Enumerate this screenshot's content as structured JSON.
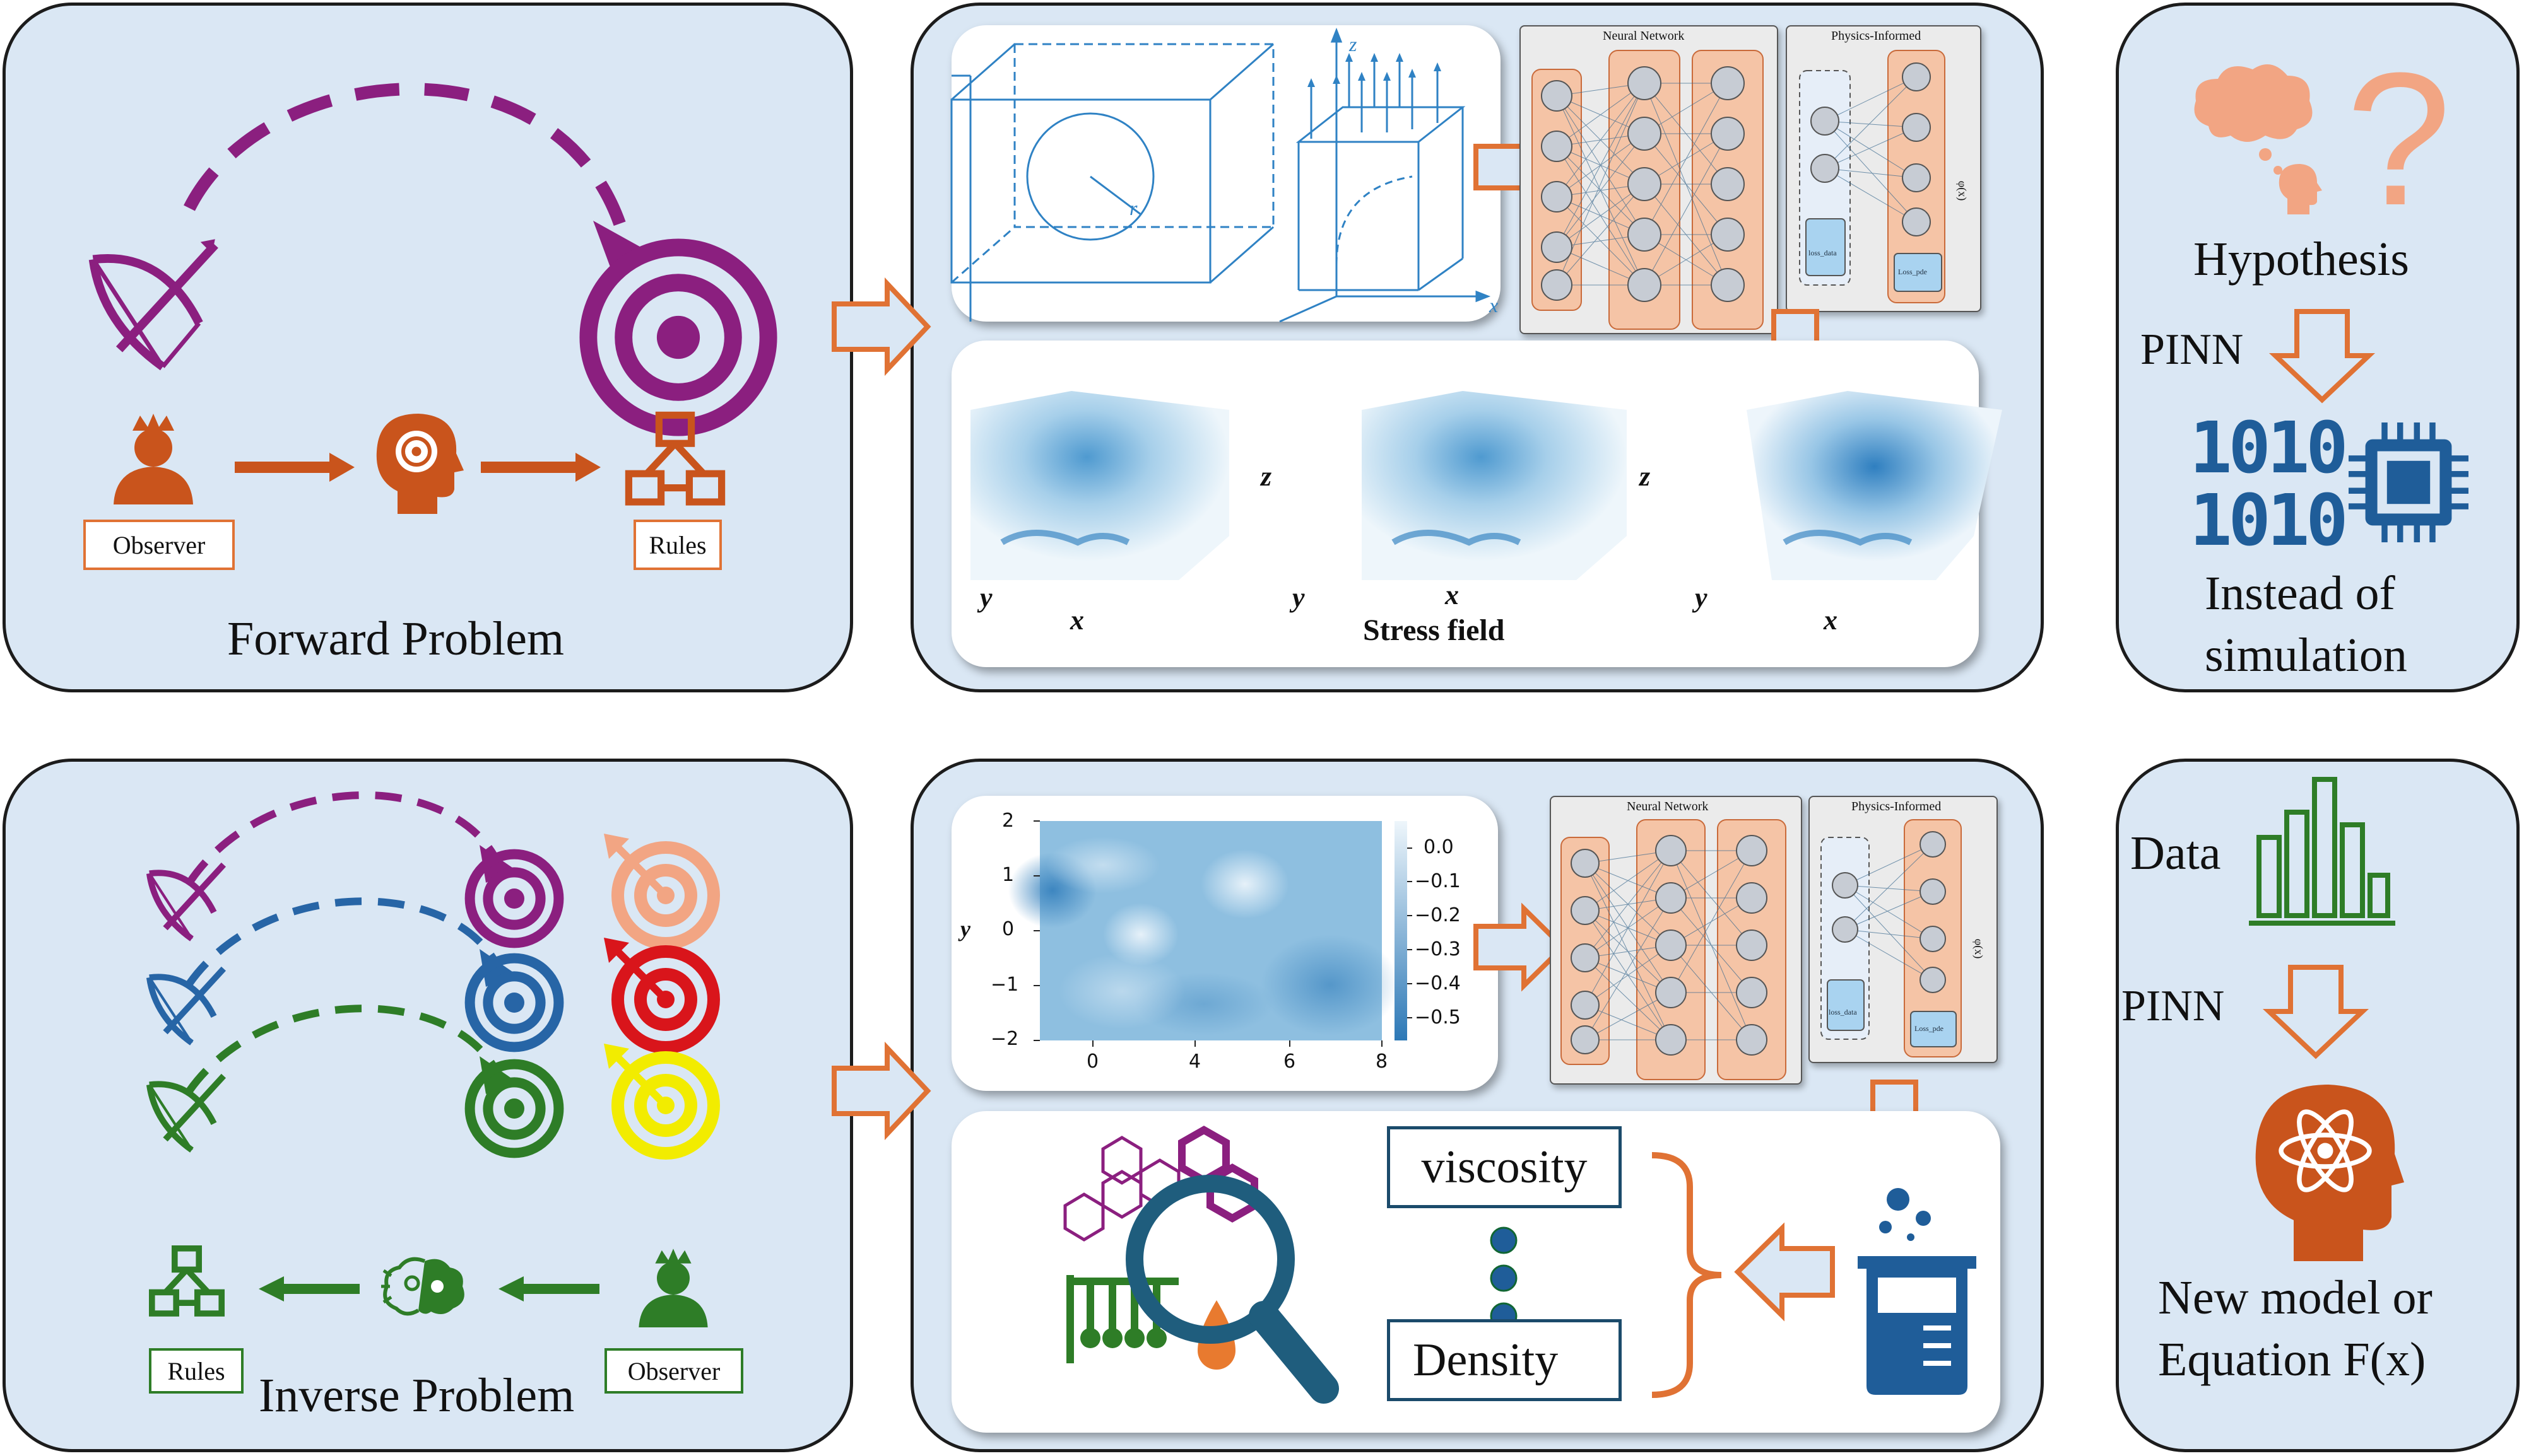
{
  "forward": {
    "observer": "Observer",
    "rules": "Rules",
    "title": "Forward Problem"
  },
  "inverse": {
    "observer": "Observer",
    "rules": "Rules",
    "title": "Inverse Problem"
  },
  "nn": {
    "neural_network": "Neural Network",
    "physics_informed": "Physics-Informed",
    "phi": "φ(x)",
    "loss_a": "loss_data",
    "loss_b": "Loss_pde"
  },
  "geometry": {
    "z": "z",
    "x": "x",
    "r": "r"
  },
  "stress": {
    "title": "Stress field",
    "x": "x",
    "y": "y",
    "z": "z"
  },
  "heatmap_chart": {
    "ylabel": "y",
    "yticks": [
      "2",
      "1",
      "0",
      "−1",
      "−2"
    ],
    "xticks": [
      "0",
      "4",
      "6",
      "8"
    ],
    "cbar_ticks": [
      "0.0",
      "−0.1",
      "−0.2",
      "−0.3",
      "−0.4",
      "−0.5"
    ]
  },
  "properties": {
    "viscosity": "viscosity",
    "density": "Density"
  },
  "right_top": {
    "hypothesis": "Hypothesis",
    "pinn": "PINN",
    "binary": [
      "1010",
      "1010"
    ],
    "result_line1": "Instead of",
    "result_line2": "simulation"
  },
  "right_bottom": {
    "data": "Data",
    "pinn": "PINN",
    "result_line1": "New model or",
    "result_line2": "Equation F(x)"
  },
  "colors": {
    "panel_bg": "#dae7f4",
    "orange": "#e07234",
    "purple": "#8b1f7f",
    "blue": "#2765a6",
    "green": "#2e7d27",
    "red": "#d9151b",
    "yellow": "#f2ec00",
    "salmon": "#f2a583",
    "dark_blue": "#1f5d99",
    "brown_orange": "#c9541c"
  }
}
